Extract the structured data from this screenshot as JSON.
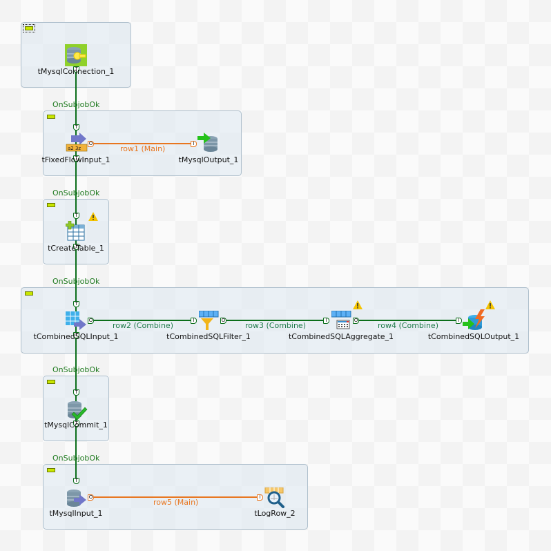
{
  "canvas": {
    "colors": {
      "trigger_line": "#0b6e1a",
      "main_link": "#e8761f",
      "combine_link": "#0b6e1a",
      "subjob_fill": "#dce8f0",
      "collapse_button": "#c8e600"
    }
  },
  "subjobs": [
    {
      "components": [
        {
          "name": "tMysqlConnection_1",
          "icon": "mysql-connection-icon",
          "warning": false
        }
      ]
    },
    {
      "trigger_label": "OnSubjobOk",
      "components": [
        {
          "name": "tFixedFlowInput_1",
          "icon": "fixed-flow-input-icon",
          "warning": false
        },
        {
          "name": "tMysqlOutput_1",
          "icon": "mysql-output-icon",
          "warning": false
        }
      ],
      "links": [
        {
          "label": "row1 (Main)",
          "type": "main"
        }
      ]
    },
    {
      "trigger_label": "OnSubjobOk",
      "components": [
        {
          "name": "tCreateTable_1",
          "icon": "create-table-icon",
          "warning": true
        }
      ]
    },
    {
      "trigger_label": "OnSubjobOk",
      "components": [
        {
          "name": "tCombinedSQLInput_1",
          "icon": "combined-sql-input-icon",
          "warning": false
        },
        {
          "name": "tCombinedSQLFilter_1",
          "icon": "combined-sql-filter-icon",
          "warning": false
        },
        {
          "name": "tCombinedSQLAggregate_1",
          "icon": "combined-sql-aggregate-icon",
          "warning": true
        },
        {
          "name": "tCombinedSQLOutput_1",
          "icon": "combined-sql-output-icon",
          "warning": true
        }
      ],
      "links": [
        {
          "label": "row2 (Combine)",
          "type": "combine"
        },
        {
          "label": "row3 (Combine)",
          "type": "combine"
        },
        {
          "label": "row4 (Combine)",
          "type": "combine"
        }
      ]
    },
    {
      "trigger_label": "OnSubjobOk",
      "components": [
        {
          "name": "tMysqlCommit_1",
          "icon": "mysql-commit-icon",
          "warning": false
        }
      ]
    },
    {
      "trigger_label": "OnSubjobOk",
      "components": [
        {
          "name": "tMysqlInput_1",
          "icon": "mysql-input-icon",
          "warning": false
        },
        {
          "name": "tLogRow_2",
          "icon": "log-row-icon",
          "warning": false
        }
      ],
      "links": [
        {
          "label": "row5 (Main)",
          "type": "main"
        }
      ]
    }
  ],
  "ports": {
    "trigger": "T",
    "output": "O",
    "input": "I"
  }
}
